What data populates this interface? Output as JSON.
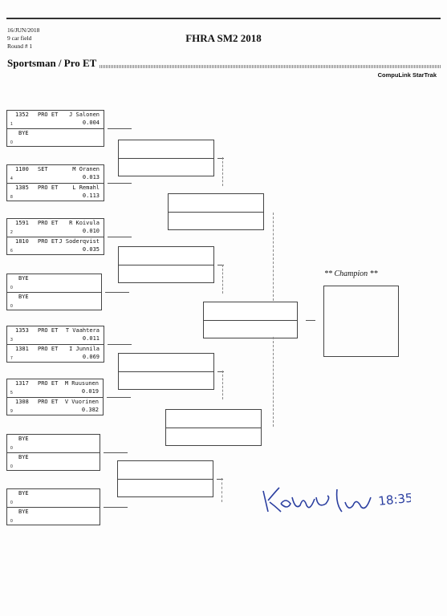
{
  "header": {
    "date": "16/JUN/2018",
    "field": "9 car field",
    "round": "Round # 1",
    "title": "FHRA SM2 2018",
    "class_name": "Sportsman / Pro ET",
    "brand": "CompuLink StarTrak"
  },
  "pairs": [
    [
      {
        "number": "1352",
        "cls": "PRO ET",
        "name": "J Salonen",
        "lane": "1",
        "value": "0.004"
      },
      {
        "number": "BYE",
        "cls": "",
        "name": "",
        "lane": "0",
        "value": ""
      }
    ],
    [
      {
        "number": "1100",
        "cls": "SET",
        "name": "M Oranen",
        "lane": "4",
        "value": "0.013"
      },
      {
        "number": "1385",
        "cls": "PRO ET",
        "name": "L Remahl",
        "lane": "8",
        "value": "0.113"
      }
    ],
    [
      {
        "number": "1591",
        "cls": "PRO ET",
        "name": "R Koivula",
        "lane": "2",
        "value": "0.010"
      },
      {
        "number": "1810",
        "cls": "PRO ET",
        "name": "J Soderqvist",
        "lane": "6",
        "value": "0.035"
      }
    ],
    [
      {
        "number": "BYE",
        "cls": "",
        "name": "",
        "lane": "0",
        "value": ""
      },
      {
        "number": "BYE",
        "cls": "",
        "name": "",
        "lane": "0",
        "value": ""
      }
    ],
    [
      {
        "number": "1353",
        "cls": "PRO ET",
        "name": "T Vaahtera",
        "lane": "3",
        "value": "0.011"
      },
      {
        "number": "1381",
        "cls": "PRO ET",
        "name": "I Junnila",
        "lane": "7",
        "value": "0.069"
      }
    ],
    [
      {
        "number": "1317",
        "cls": "PRO ET",
        "name": "M Ruusunen",
        "lane": "5",
        "value": "0.019"
      },
      {
        "number": "1308",
        "cls": "PRO ET",
        "name": "V Vuorinen",
        "lane": "9",
        "value": "0.382"
      }
    ],
    [
      {
        "number": "BYE",
        "cls": "",
        "name": "",
        "lane": "0",
        "value": ""
      },
      {
        "number": "BYE",
        "cls": "",
        "name": "",
        "lane": "0",
        "value": ""
      }
    ],
    [
      {
        "number": "BYE",
        "cls": "",
        "name": "",
        "lane": "0",
        "value": ""
      },
      {
        "number": "BYE",
        "cls": "",
        "name": "",
        "lane": "0",
        "value": ""
      }
    ]
  ],
  "champion_label": "** Champion **",
  "signature": {
    "initials": "Ko",
    "time": "18:35"
  }
}
